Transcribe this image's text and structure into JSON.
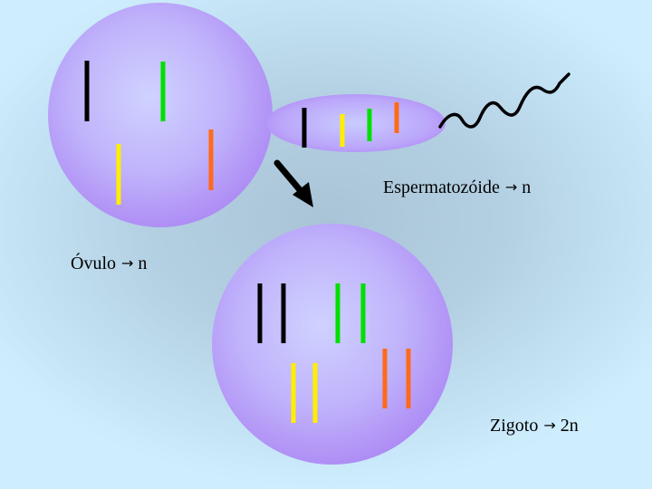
{
  "labels": {
    "espermatozoide": {
      "name": "Espermatozóide",
      "arrow": "→",
      "ploidy": "n"
    },
    "ovulo": {
      "name": "Óvulo",
      "arrow": "→",
      "ploidy": "n"
    },
    "zigoto": {
      "name": "Zigoto",
      "arrow": "→",
      "ploidy": "2n"
    }
  },
  "colors": {
    "cell_fill_light": "#c9ccff",
    "cell_fill_dark": "#b08cf6",
    "sperm_head_fill": "#bfc0ff",
    "sperm_head_edge": "#b18cf5",
    "chromosome_black": "#000000",
    "chromosome_green": "#00e000",
    "chromosome_yellow": "#ffee00",
    "chromosome_orange": "#ff6a1a",
    "arrow": "#000000"
  }
}
